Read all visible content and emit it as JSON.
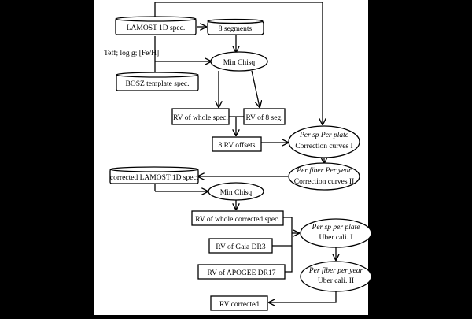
{
  "nodes": {
    "lamost_spec": "LAMOST 1D spec.",
    "segments": "8 segments",
    "params": "Teff; log g; [Fe/H]",
    "min_chisq_1": "Min Chisq",
    "bosz": "BOSZ template spec.",
    "rv_whole": "RV of whole spec.",
    "rv_8seg": "RV of 8 seg.",
    "rv_offsets": "8 RV offsets",
    "corr1": {
      "italic": "Per sp  Per plate",
      "text": "Correction curves I"
    },
    "corr2": {
      "italic": "Per fiber  Per year",
      "text": "Correction curves II"
    },
    "corrected_spec": "corrected LAMOST 1D spec.",
    "min_chisq_2": "Min Chisq",
    "rv_whole_corrected": "RV of whole corrected spec.",
    "uber1": {
      "italic": "Per sp  per plate",
      "text": "Uber cali. I"
    },
    "rv_gaia": "RV of Gaia DR3",
    "rv_apogee": "RV of APOGEE DR17",
    "uber2": {
      "italic": "Per fiber  per year",
      "text": "Uber cali. II"
    },
    "rv_corrected": "RV corrected"
  }
}
